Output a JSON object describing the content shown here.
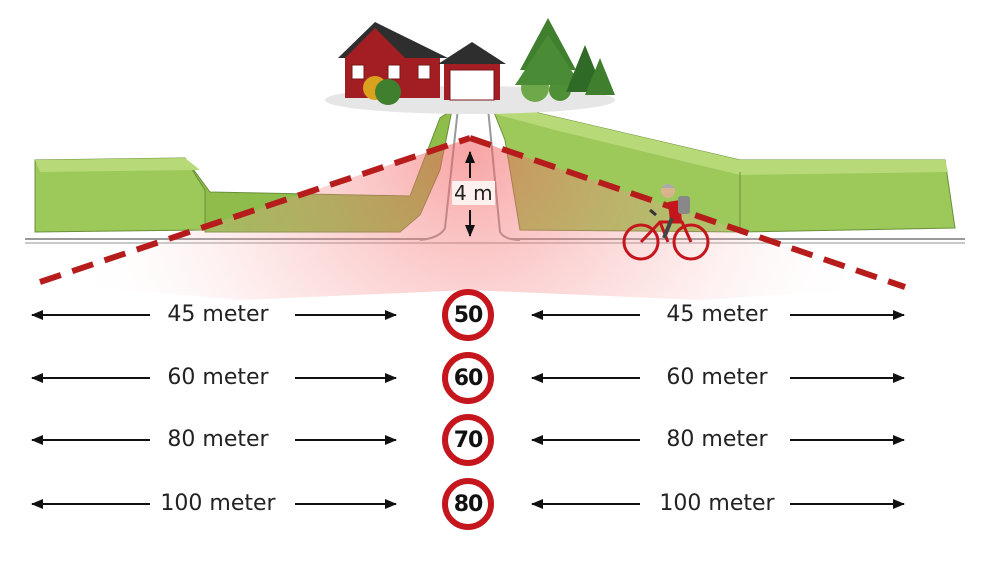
{
  "sight_height": "4 m",
  "rows": [
    {
      "speed": "50",
      "left": "45 meter",
      "right": "45 meter"
    },
    {
      "speed": "60",
      "left": "60 meter",
      "right": "60 meter"
    },
    {
      "speed": "70",
      "left": "80 meter",
      "right": "80 meter"
    },
    {
      "speed": "80",
      "left": "100 meter",
      "right": "100 meter"
    }
  ],
  "colors": {
    "sign_ring": "#c4161c",
    "sight_line": "#b71c1c",
    "hedge": "#9cc95a",
    "house": "#a31e22"
  }
}
